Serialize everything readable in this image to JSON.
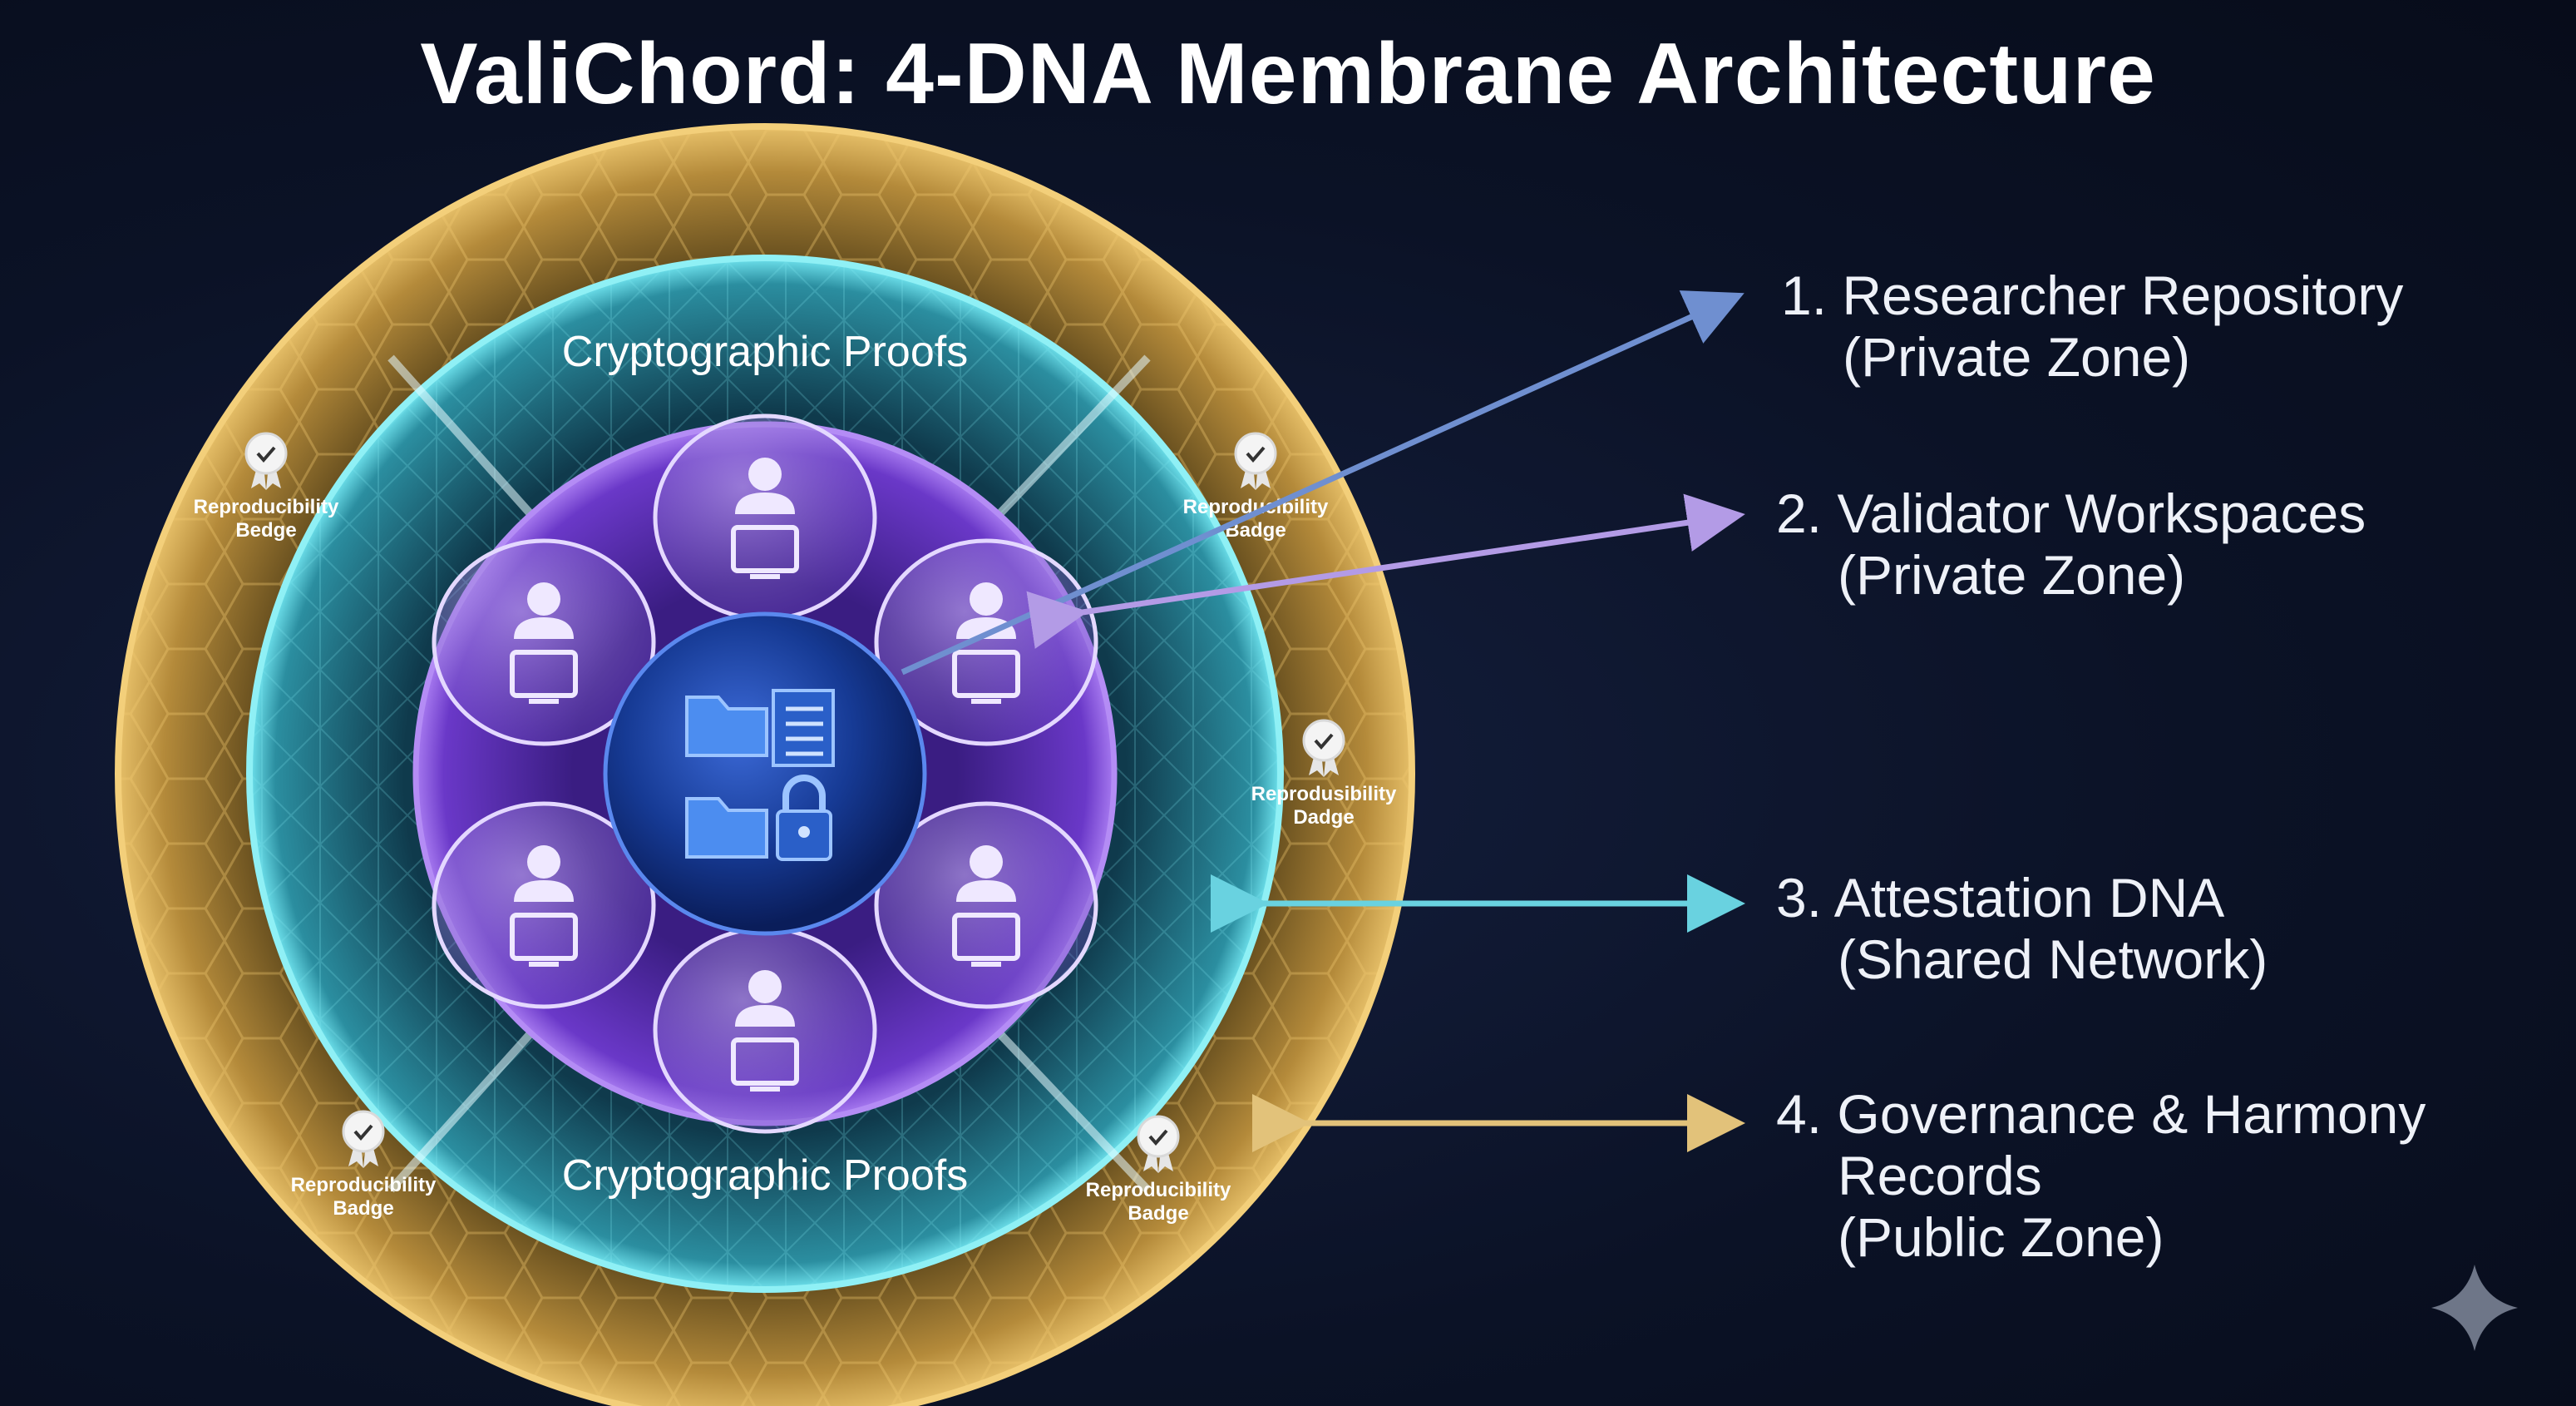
{
  "title": "ValiChord: 4-DNA Membrane Architecture",
  "ring_labels": {
    "proofs_top": "Cryptographic Proofs",
    "proofs_bottom": "Cryptographic Proofs"
  },
  "badges": [
    {
      "line1": "Reproducibility",
      "line2": "Bedge"
    },
    {
      "line1": "Reproducibility",
      "line2": "Badge"
    },
    {
      "line1": "Reprodusibility",
      "line2": "Dadge"
    },
    {
      "line1": "Reproducibility",
      "line2": "Badge"
    },
    {
      "line1": "Reproducibility",
      "line2": "Badge"
    }
  ],
  "zones": [
    {
      "number": "1.",
      "name": "Researcher Repository",
      "sub": "(Private Zone)",
      "arrow_color": "#6f8fd0"
    },
    {
      "number": "2.",
      "name": "Validator Workspaces",
      "sub": "(Private Zone)",
      "arrow_color": "#b39be6"
    },
    {
      "number": "3.",
      "name": "Attestation DNA",
      "sub": "(Shared Network)",
      "arrow_color": "#69d2e0"
    },
    {
      "number": "4.",
      "name": "Governance & Harmony",
      "sub2": "Records",
      "sub": "(Public Zone)",
      "arrow_color": "#e2c27a"
    }
  ],
  "icons": {
    "center": [
      "folder-icon",
      "document-icon",
      "folder-icon",
      "lock-icon"
    ],
    "validator": [
      "user-icon",
      "monitor-icon"
    ],
    "corner": "sparkle-icon"
  }
}
